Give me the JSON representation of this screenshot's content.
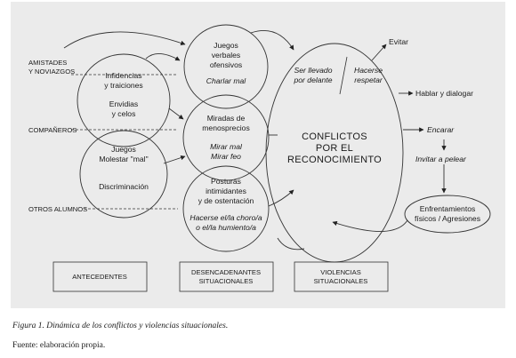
{
  "diagram": {
    "groups": {
      "amistades_1": "AMISTADES",
      "amistades_2": "Y NOVIAZGOS",
      "companeros": "COMPAÑEROS",
      "otros": "OTROS ALUMNOS"
    },
    "antecedentes": {
      "infidencias_1": "Infidencias",
      "infidencias_2": "y traiciones",
      "envidias_1": "Envidias",
      "envidias_2": "y celos",
      "juegos_1": "Juegos",
      "juegos_2": "Molestar \"mal\"",
      "discriminacion": "Discriminación"
    },
    "desencadenantes": {
      "juegos_verbales_1": "Juegos",
      "juegos_verbales_2": "verbales",
      "juegos_verbales_3": "ofensivos",
      "charlar_mal": "Charlar mal",
      "miradas_1": "Miradas de",
      "miradas_2": "menosprecios",
      "mirar_mal": "Mirar mal",
      "mirar_feo": "Mirar feo",
      "posturas_1": "Posturas",
      "posturas_2": "intimidantes",
      "posturas_3": "y de ostentación",
      "hacerse_1": "Hacerse el/la choro/a",
      "hacerse_2": "o el/la humiento/a"
    },
    "centro": {
      "ser_llevado_1": "Ser llevado",
      "ser_llevado_2": "por delante",
      "hacerse_respetar_1": "Hacerse",
      "hacerse_respetar_2": "respetar",
      "title_1": "CONFLICTOS",
      "title_2": "POR EL",
      "title_3": "RECONOCIMIENTO"
    },
    "respuestas": {
      "evitar": "Evitar",
      "hablar": "Hablar y dialogar",
      "encarar": "Encarar",
      "invitar": "Invitar a pelear",
      "enfrentamientos_1": "Enfrentamientos",
      "enfrentamientos_2": "físicos / Agresiones"
    },
    "boxes": {
      "antecedentes": "ANTECEDENTES",
      "desencadenantes_1": "DESENCADENANTES",
      "desencadenantes_2": "SITUACIONALES",
      "violencias_1": "VIOLENCIAS",
      "violencias_2": "SITUACIONALES"
    }
  },
  "caption": "Figura 1. Dinámica de los conflictos y violencias situacionales.",
  "source": "Fuente: elaboración propia."
}
